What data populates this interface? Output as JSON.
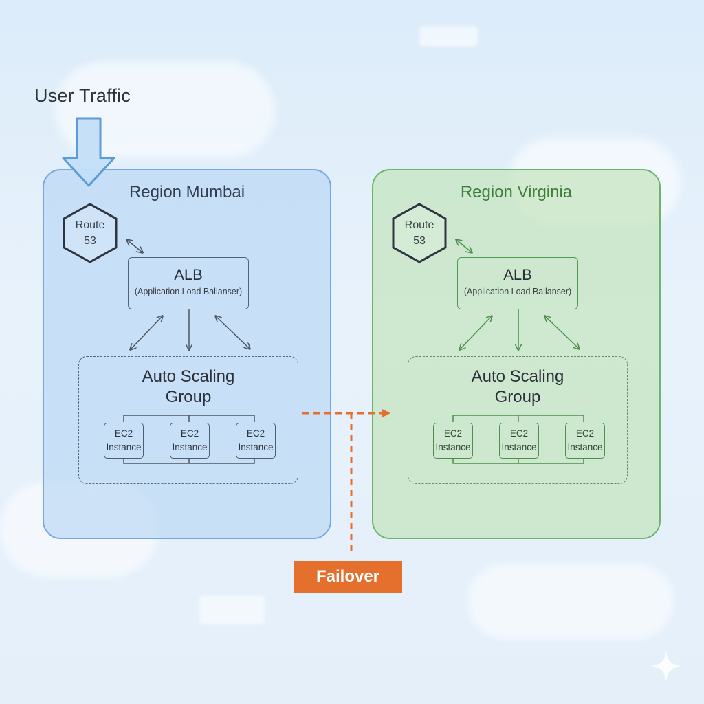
{
  "title": "User Traffic",
  "regions": [
    {
      "name": "Region Mumbai",
      "route53": {
        "line1": "Route",
        "line2": "53"
      },
      "alb": {
        "title": "ALB",
        "subtitle": "(Application Load Ballanser)"
      },
      "asg": {
        "title_line1": "Auto Scaling",
        "title_line2": "Group"
      },
      "instances": [
        {
          "line1": "EC2",
          "line2": "Instance"
        },
        {
          "line1": "EC2",
          "line2": "Instance"
        },
        {
          "line1": "EC2",
          "line2": "Instance"
        }
      ]
    },
    {
      "name": "Region Virginia",
      "route53": {
        "line1": "Route",
        "line2": "53"
      },
      "alb": {
        "title": "ALB",
        "subtitle": "(Application Load Ballanser)"
      },
      "asg": {
        "title_line1": "Auto Scaling",
        "title_line2": "Group"
      },
      "instances": [
        {
          "line1": "EC2",
          "line2": "Instance"
        },
        {
          "line1": "EC2",
          "line2": "Instance"
        },
        {
          "line1": "EC2",
          "line2": "Instance"
        }
      ]
    }
  ],
  "failover_label": "Failover",
  "colors": {
    "mumbai_border": "#74a8de",
    "mumbai_fill": "#b4d5f3",
    "virginia_border": "#6eb46e",
    "virginia_fill": "#c4e5be",
    "failover": "#e56f2c",
    "traffic_arrow": "#5b9bd8"
  },
  "icons": [
    "down-arrow-icon",
    "hexagon-icon",
    "sparkle-icon"
  ]
}
